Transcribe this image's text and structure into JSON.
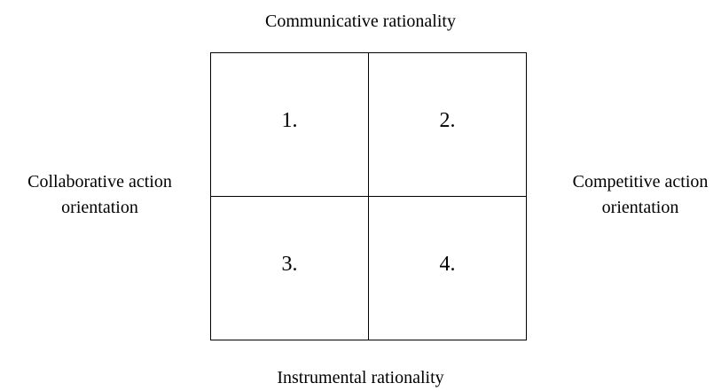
{
  "axes": {
    "top": "Communicative rationality",
    "bottom": "Instrumental rationality",
    "left": [
      "Collaborative action",
      "orientation"
    ],
    "right": [
      "Competitive action",
      "orientation"
    ]
  },
  "quadrants": [
    "1.",
    "2.",
    "3.",
    "4."
  ]
}
